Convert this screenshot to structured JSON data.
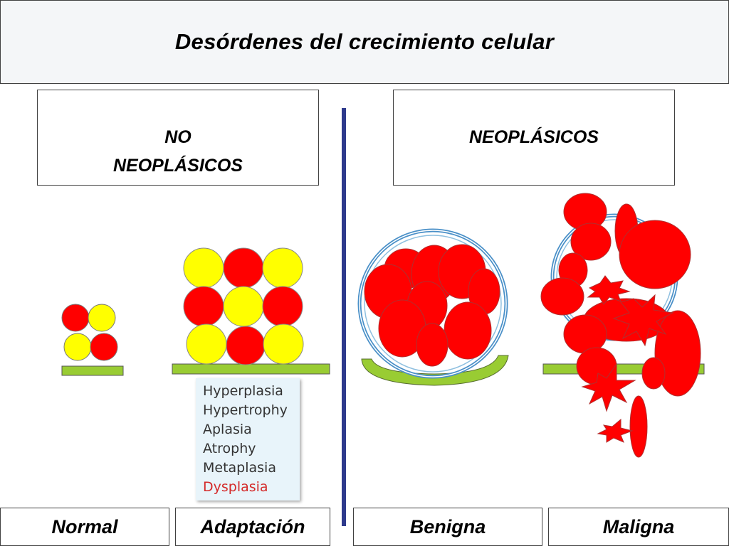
{
  "title": "Desórdenes  del  crecimiento  celular",
  "categories": {
    "non_neoplastic": {
      "line1": "NO",
      "line2": "NEOPLÁSICOS"
    },
    "neoplastic": {
      "label": "NEOPLÁSICOS"
    }
  },
  "adaptation_terms": [
    {
      "label": "Hyperplasia",
      "highlight": false
    },
    {
      "label": "Hypertrophy",
      "highlight": false
    },
    {
      "label": "Aplasia",
      "highlight": false
    },
    {
      "label": "Atrophy",
      "highlight": false
    },
    {
      "label": "Metaplasia",
      "highlight": false
    },
    {
      "label": "Dysplasia",
      "highlight": true
    }
  ],
  "footer": {
    "normal": "Normal",
    "adaptation": "Adaptación",
    "benign": "Benigna",
    "malignant": "Maligna"
  },
  "colors": {
    "cell_red": "#ff0000",
    "cell_yellow": "#ffff00",
    "basement_green": "#99cc33",
    "divider_blue": "#2e3a8c",
    "capsule_blue": "#4a90c8",
    "highlight_red": "#d42a2a"
  }
}
